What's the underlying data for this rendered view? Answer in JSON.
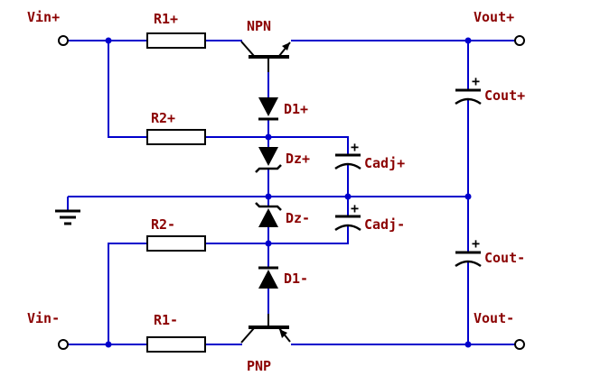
{
  "colors": {
    "wire": "#0000cc",
    "component": "#000000",
    "label": "#8b0000",
    "background": "#ffffff"
  },
  "terminals": {
    "vin_plus": "Vin+",
    "vout_plus": "Vout+",
    "vin_minus": "Vin-",
    "vout_minus": "Vout-"
  },
  "components": {
    "r1_plus": "R1+",
    "r2_plus": "R2+",
    "r2_minus": "R2-",
    "r1_minus": "R1-",
    "npn": "NPN",
    "pnp": "PNP",
    "d1_plus": "D1+",
    "dz_plus": "Dz+",
    "dz_minus": "Dz-",
    "d1_minus": "D1-",
    "cadj_plus": "Cadj+",
    "cadj_minus": "Cadj-",
    "cout_plus": "Cout+",
    "cout_minus": "Cout-"
  },
  "symbols": {
    "polarity_plus": "+"
  }
}
